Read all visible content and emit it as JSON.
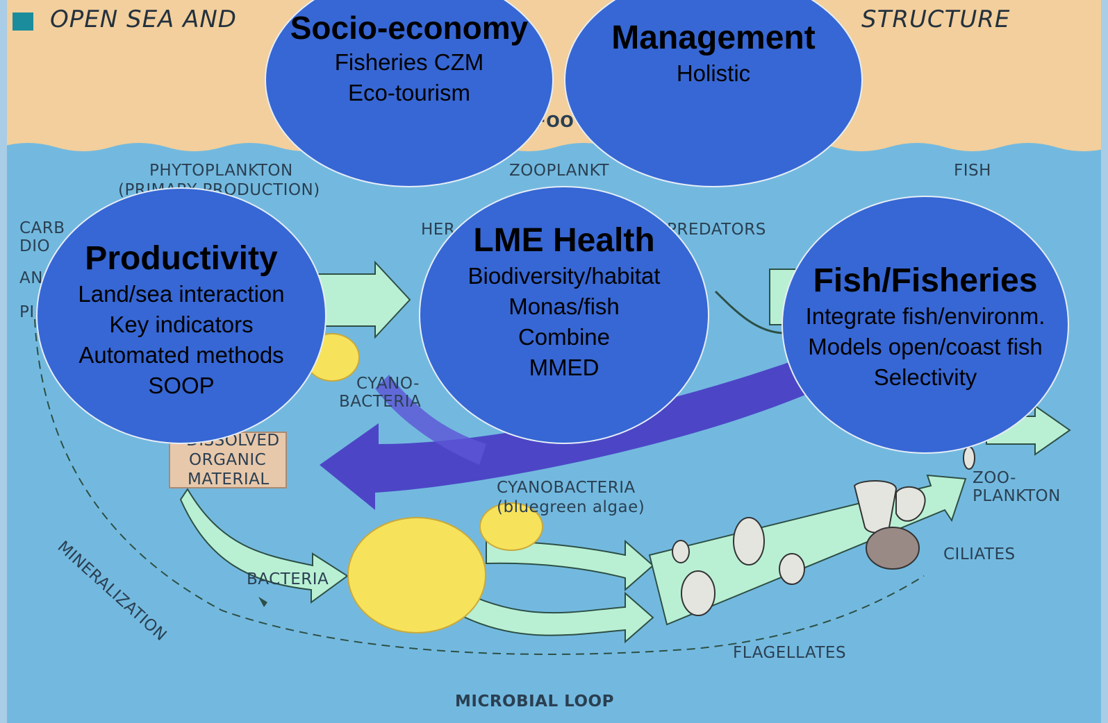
{
  "header": {
    "title_left": "OPEN SEA AND",
    "title_right": "STRUCTURE",
    "food_label": "FOO"
  },
  "diagram_labels": {
    "phytoplankton": "PHYTOPLANKTON",
    "primary_production": "(PRIMARY PRODUCTION)",
    "zooplankton_top": "ZOOPLANKT",
    "fish": "FISH",
    "carb": "CARB",
    "dio": "DIO",
    "an": "AN",
    "pi": "PI",
    "her": "HER",
    "predators": "PREDATORS",
    "cyano": "CYANO-",
    "bacteria_a": "BACTERIA",
    "dissolved": "DISSOLVED",
    "organic": "ORGANIC",
    "material": "MATERIAL",
    "cyanobacteria": "CYANOBACTERIA",
    "bluegreen": "(bluegreen algae)",
    "zoo": "ZOO-",
    "plankton": "PLANKTON",
    "ciliates": "CILIATES",
    "mineralization": "MINERALIZATION",
    "bacteria": "BACTERIA",
    "flagellates": "FLAGELLATES",
    "microbial_loop": "MICROBIAL LOOP"
  },
  "colors": {
    "sky": "#f2cf9c",
    "sea": "#6fb6de",
    "circle_fill": "#3767d4",
    "arrow_fill": "#b9f0d4",
    "big_arrow": "#4a3fc4"
  },
  "circles": {
    "socio": {
      "title": "Socio-economy",
      "lines": [
        "Fisheries  CZM",
        "Eco-tourism"
      ]
    },
    "management": {
      "title": "Management",
      "lines": [
        "Holistic"
      ]
    },
    "productivity": {
      "title": "Productivity",
      "lines": [
        "Land/sea interaction",
        "Key indicators",
        "Automated methods",
        "SOOP"
      ]
    },
    "lme": {
      "title": "LME Health",
      "lines": [
        "Biodiversity/habitat",
        "Monas/fish",
        "Combine",
        "MMED"
      ]
    },
    "fish": {
      "title": "Fish/Fisheries",
      "lines": [
        "Integrate fish/environm.",
        "Models open/coast fish",
        "Selectivity"
      ]
    }
  }
}
